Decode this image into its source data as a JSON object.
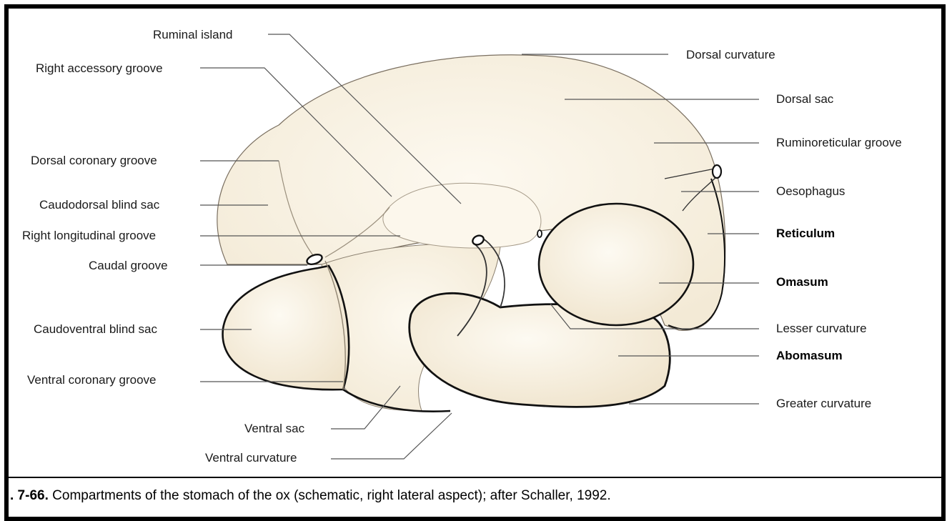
{
  "colors": {
    "organ_fill": "#fbf6ea",
    "organ_shade": "#efe4cf",
    "outline": "#111111",
    "leader": "#555555"
  },
  "labels_left": [
    {
      "key": "ruminal_island",
      "text": "Ruminal island"
    },
    {
      "key": "right_accessory_groove",
      "text": "Right accessory groove"
    },
    {
      "key": "dorsal_coronary_groove",
      "text": "Dorsal coronary groove"
    },
    {
      "key": "caudodorsal_blind_sac",
      "text": "Caudodorsal blind sac"
    },
    {
      "key": "right_longitudinal_groove",
      "text": "Right longitudinal groove"
    },
    {
      "key": "caudal_groove",
      "text": "Caudal groove"
    },
    {
      "key": "caudoventral_blind_sac",
      "text": "Caudoventral blind sac"
    },
    {
      "key": "ventral_coronary_groove",
      "text": "Ventral coronary groove"
    },
    {
      "key": "ventral_sac",
      "text": "Ventral sac"
    },
    {
      "key": "ventral_curvature",
      "text": "Ventral curvature"
    }
  ],
  "labels_right": [
    {
      "key": "dorsal_curvature",
      "text": "Dorsal curvature",
      "bold": false
    },
    {
      "key": "dorsal_sac",
      "text": "Dorsal sac",
      "bold": false
    },
    {
      "key": "ruminoreticular_groove",
      "text": "Ruminoreticular groove",
      "bold": false
    },
    {
      "key": "oesophagus",
      "text": "Oesophagus",
      "bold": false
    },
    {
      "key": "reticulum",
      "text": "Reticulum",
      "bold": true
    },
    {
      "key": "omasum",
      "text": "Omasum",
      "bold": true
    },
    {
      "key": "lesser_curvature",
      "text": "Lesser curvature",
      "bold": false
    },
    {
      "key": "abomasum",
      "text": "Abomasum",
      "bold": true
    },
    {
      "key": "greater_curvature",
      "text": "Greater curvature",
      "bold": false
    }
  ],
  "caption": {
    "number": ". 7-66.",
    "text": " Compartments of the stomach of the ox (schematic, right lateral aspect); after Schaller, 1992."
  }
}
